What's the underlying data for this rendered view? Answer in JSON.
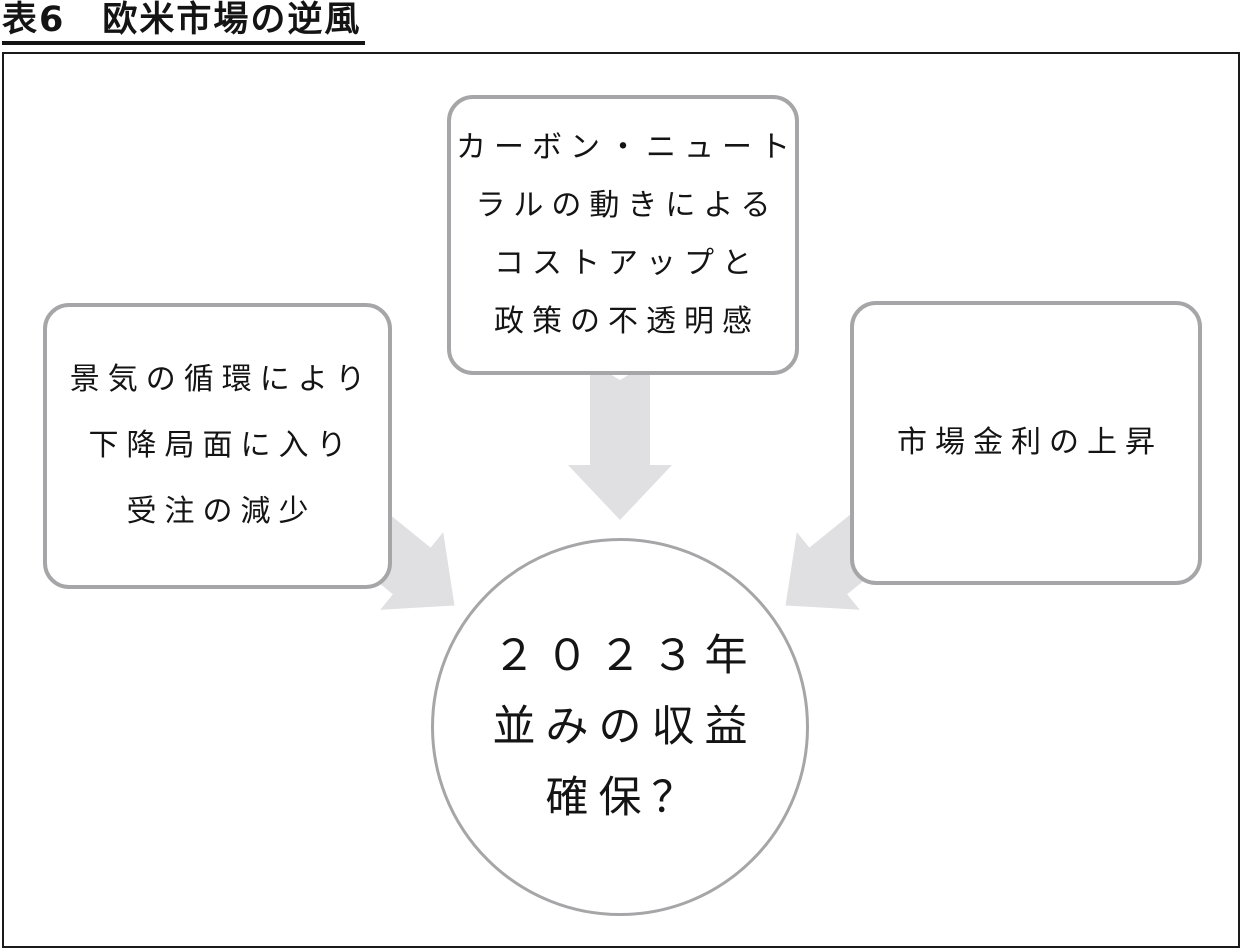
{
  "title": "表6　欧米市場の逆風",
  "boxes": {
    "top": {
      "lines": [
        "カーボン・ニュート",
        "ラルの動きによる",
        "コストアップと",
        "政策の不透明感"
      ]
    },
    "left": {
      "lines": [
        "景気の循環により",
        "下降局面に入り",
        "受注の減少"
      ]
    },
    "right": {
      "lines": [
        "市場金利の上昇"
      ]
    }
  },
  "circle": {
    "lines": [
      "２０２３年",
      "並みの収益",
      "確保？"
    ]
  },
  "colors": {
    "arrow_fill": "#e0e0e2",
    "shape_border": "#a6a6a8",
    "frame_border": "#1a1a1a",
    "text_color": "#141414"
  }
}
